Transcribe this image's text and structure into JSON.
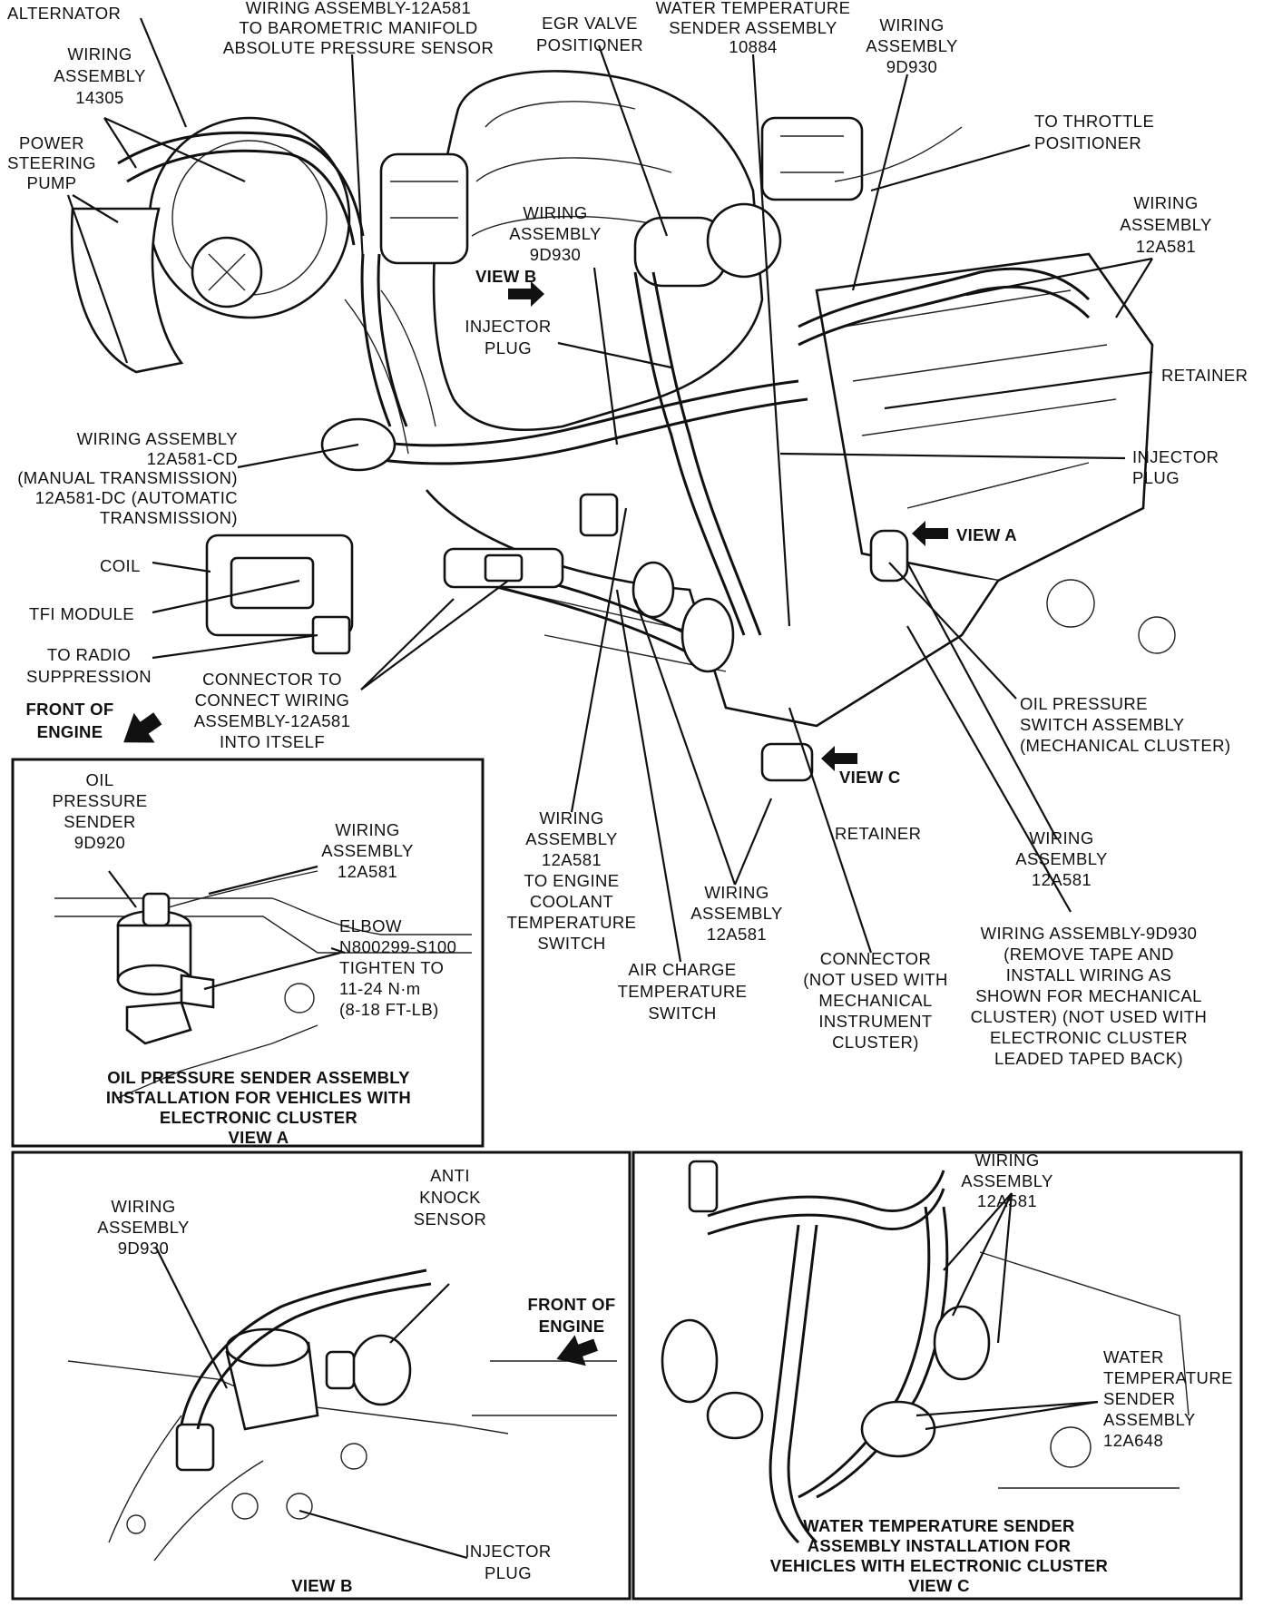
{
  "main": {
    "labels": {
      "alternator": "ALTERNATOR",
      "wiring_14305": [
        "WIRING",
        "ASSEMBLY",
        "14305"
      ],
      "power_steering": [
        "POWER",
        "STEERING",
        "PUMP"
      ],
      "wiring_baro": [
        "WIRING ASSEMBLY-12A581",
        "TO BAROMETRIC MANIFOLD",
        "ABSOLUTE PRESSURE SENSOR"
      ],
      "egr": [
        "EGR VALVE",
        "POSITIONER"
      ],
      "water_temp_10884": [
        "WATER TEMPERATURE",
        "SENDER ASSEMBLY",
        "10884"
      ],
      "wiring_9d930_top": [
        "WIRING",
        "ASSEMBLY",
        "9D930"
      ],
      "throttle": [
        "TO THROTTLE",
        "POSITIONER"
      ],
      "wiring_12a581_right": [
        "WIRING",
        "ASSEMBLY",
        "12A581"
      ],
      "wiring_9d930_mid": [
        "WIRING",
        "ASSEMBLY",
        "9D930"
      ],
      "view_b_arrow": "VIEW B",
      "injector_plug_left": [
        "INJECTOR",
        "PLUG"
      ],
      "retainer_right": "RETAINER",
      "injector_plug_right": [
        "INJECTOR",
        "PLUG"
      ],
      "wiring_cd": [
        "WIRING ASSEMBLY",
        "12A581-CD",
        "(MANUAL TRANSMISSION)",
        "12A581-DC (AUTOMATIC",
        "TRANSMISSION)"
      ],
      "view_a_arrow": "VIEW A",
      "coil": "COIL",
      "tfi": "TFI MODULE",
      "radio": [
        "TO RADIO",
        "SUPPRESSION"
      ],
      "connector_itself": [
        "CONNECTOR TO",
        "CONNECT WIRING",
        "ASSEMBLY-12A581",
        "INTO ITSELF"
      ],
      "front_engine": [
        "FRONT OF",
        "ENGINE"
      ],
      "oil_switch": [
        "OIL PRESSURE",
        "SWITCH ASSEMBLY",
        "(MECHANICAL CLUSTER)"
      ],
      "view_c_arrow": "VIEW C",
      "retainer_center": "RETAINER",
      "wiring_coolant": [
        "WIRING",
        "ASSEMBLY",
        "12A581",
        "TO ENGINE",
        "COOLANT",
        "TEMPERATURE",
        "SWITCH"
      ],
      "wiring_12a581_center": [
        "WIRING",
        "ASSEMBLY",
        "12A581"
      ],
      "wiring_12a581_lowright": [
        "WIRING",
        "ASSEMBLY",
        "12A581"
      ],
      "air_charge": [
        "AIR CHARGE",
        "TEMPERATURE",
        "SWITCH"
      ],
      "connector_not_used": [
        "CONNECTOR",
        "(NOT USED WITH",
        "MECHANICAL",
        "INSTRUMENT",
        "CLUSTER)"
      ],
      "wiring_9d930_note": [
        "WIRING ASSEMBLY-9D930",
        "(REMOVE TAPE AND",
        "INSTALL WIRING AS",
        "SHOWN FOR MECHANICAL",
        "CLUSTER) (NOT USED WITH",
        "ELECTRONIC CLUSTER",
        "LEADED TAPED BACK)"
      ]
    }
  },
  "view_a": {
    "sender": [
      "OIL",
      "PRESSURE",
      "SENDER",
      "9D920"
    ],
    "wiring": [
      "WIRING",
      "ASSEMBLY",
      "12A581"
    ],
    "elbow": [
      "ELBOW",
      "N800299-S100",
      "TIGHTEN TO",
      "11-24 N·m",
      "(8-18 FT-LB)"
    ],
    "caption": [
      "OIL PRESSURE SENDER ASSEMBLY",
      "INSTALLATION FOR VEHICLES WITH",
      "ELECTRONIC CLUSTER",
      "VIEW A"
    ]
  },
  "view_b": {
    "wiring": [
      "WIRING",
      "ASSEMBLY",
      "9D930"
    ],
    "anti_knock": [
      "ANTI",
      "KNOCK",
      "SENSOR"
    ],
    "front_engine": [
      "FRONT OF",
      "ENGINE"
    ],
    "injector": [
      "INJECTOR",
      "PLUG"
    ],
    "caption": "VIEW B"
  },
  "view_c": {
    "wiring": [
      "WIRING",
      "ASSEMBLY",
      "12A581"
    ],
    "water_temp": [
      "WATER",
      "TEMPERATURE",
      "SENDER",
      "ASSEMBLY",
      "12A648"
    ],
    "caption": [
      "WATER TEMPERATURE SENDER",
      "ASSEMBLY INSTALLATION FOR",
      "VEHICLES WITH ELECTRONIC CLUSTER",
      "VIEW C"
    ]
  },
  "colors": {
    "ink": "#111111",
    "paper": "#ffffff"
  }
}
